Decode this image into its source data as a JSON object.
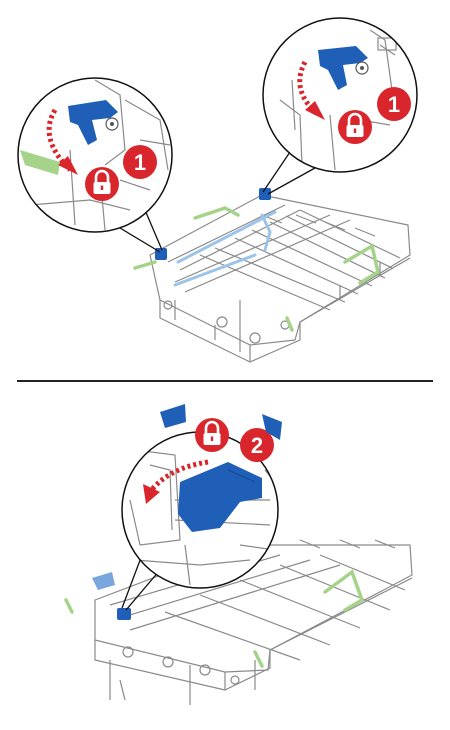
{
  "colors": {
    "accent_red": "#d9262c",
    "latch_blue": "#1f5fb8",
    "grip_green": "#a6d38a",
    "outline_gray": "#8a8a8a",
    "divider": "#222222"
  },
  "steps": {
    "top": {
      "number": "1",
      "icon": "lock-icon",
      "action": "lock"
    },
    "bottom": {
      "number": "2",
      "icon": "lock-icon",
      "action": "lock"
    }
  }
}
